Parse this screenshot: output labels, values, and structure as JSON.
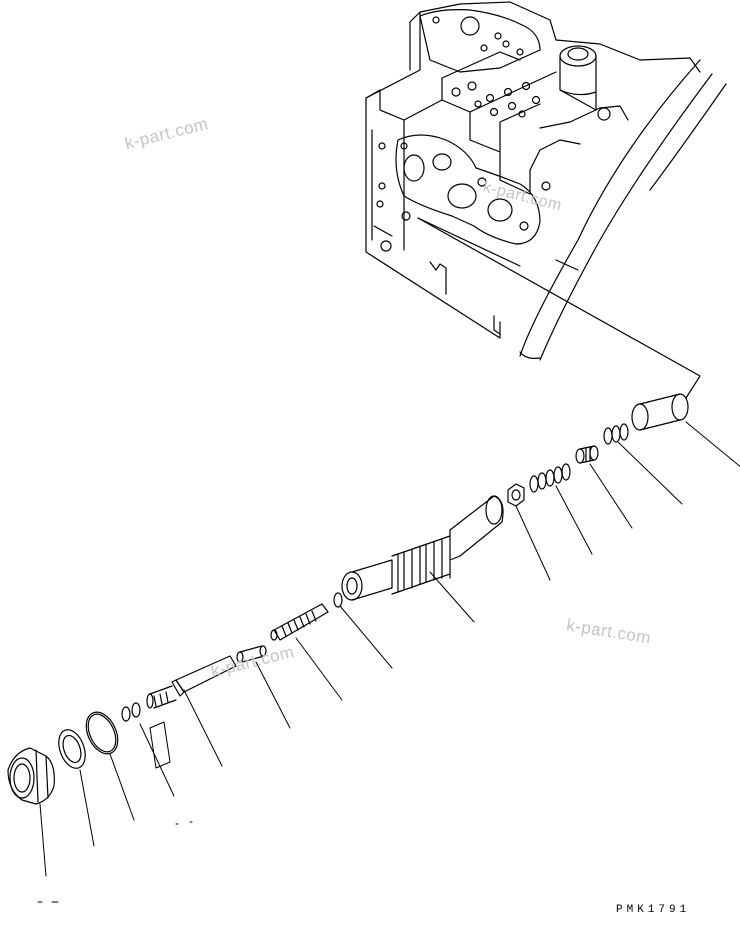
{
  "watermarks": [
    "k-part.com",
    "k-part.com",
    "k-part.com",
    "k-part.com"
  ],
  "drawing_code": "PMK1791"
}
